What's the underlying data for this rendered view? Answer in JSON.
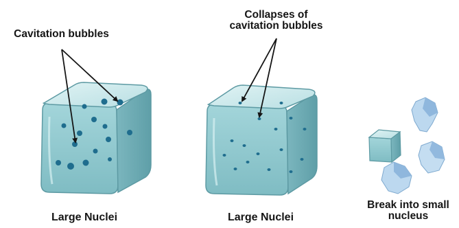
{
  "labels": {
    "cavitation_bubbles": "Cavitation bubbles",
    "collapses_line1": "Collapses of",
    "collapses_line2": "cavitation bubbles",
    "large_nuclei_1": "Large Nuclei",
    "large_nuclei_2": "Large Nuclei",
    "break_line1": "Break into small",
    "break_line2": "nucleus"
  },
  "colors": {
    "ice_front": "#8fc9cf",
    "ice_side": "#6faab2",
    "ice_top": "#c6e7ea",
    "ice_edge": "#5d9aa3",
    "bubble": "#1f6d8e",
    "arrow": "#151515",
    "fragment": "#b9d6ee",
    "fragment_dark": "#8eb6dc"
  }
}
